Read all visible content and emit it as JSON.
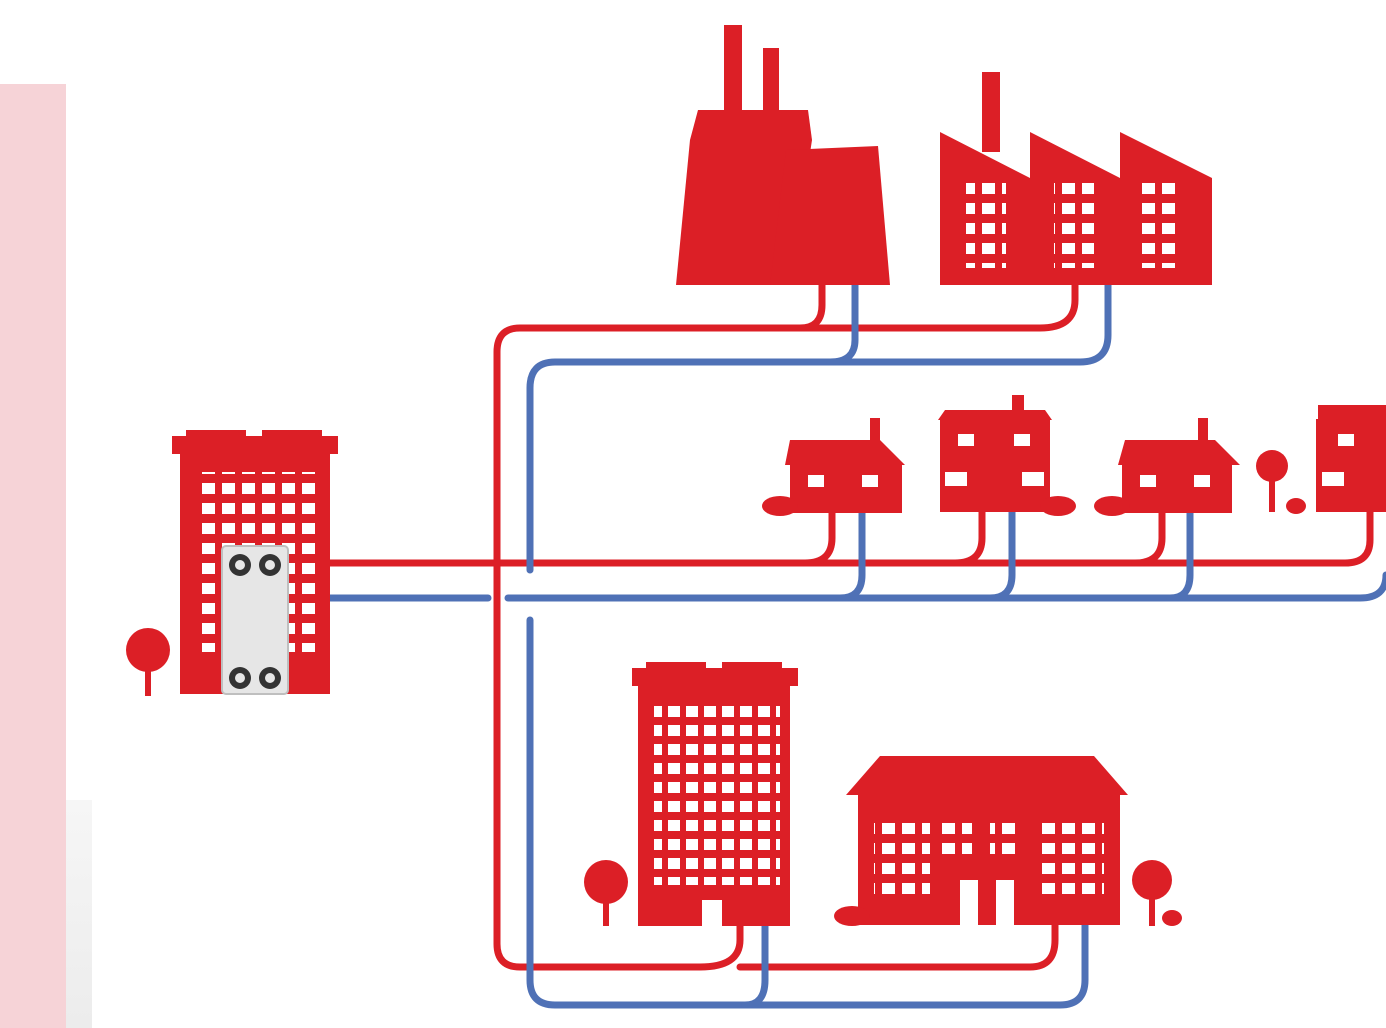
{
  "colors": {
    "building": "#dc1f26",
    "supply_pipe": "#dc1f26",
    "return_pipe": "#4f71b6",
    "panel": "#f6d3d7",
    "exchanger": "#e6e6e6",
    "window": "#ffffff"
  },
  "nodes": [
    {
      "id": "heat-exchanger-building",
      "icon": "apartment-block-with-plate-heat-exchanger-icon"
    },
    {
      "id": "power-plant",
      "icon": "power-plant-with-cooling-tower-icon"
    },
    {
      "id": "factory",
      "icon": "factory-icon"
    },
    {
      "id": "houses",
      "icon": "house-row-icon"
    },
    {
      "id": "tower-block",
      "icon": "apartment-tower-icon"
    },
    {
      "id": "public-building",
      "icon": "public-building-icon"
    }
  ],
  "edges": [
    {
      "from": "heat-exchanger-building",
      "to": "power-plant"
    },
    {
      "from": "heat-exchanger-building",
      "to": "factory"
    },
    {
      "from": "heat-exchanger-building",
      "to": "houses"
    },
    {
      "from": "heat-exchanger-building",
      "to": "tower-block"
    },
    {
      "from": "heat-exchanger-building",
      "to": "public-building"
    }
  ]
}
